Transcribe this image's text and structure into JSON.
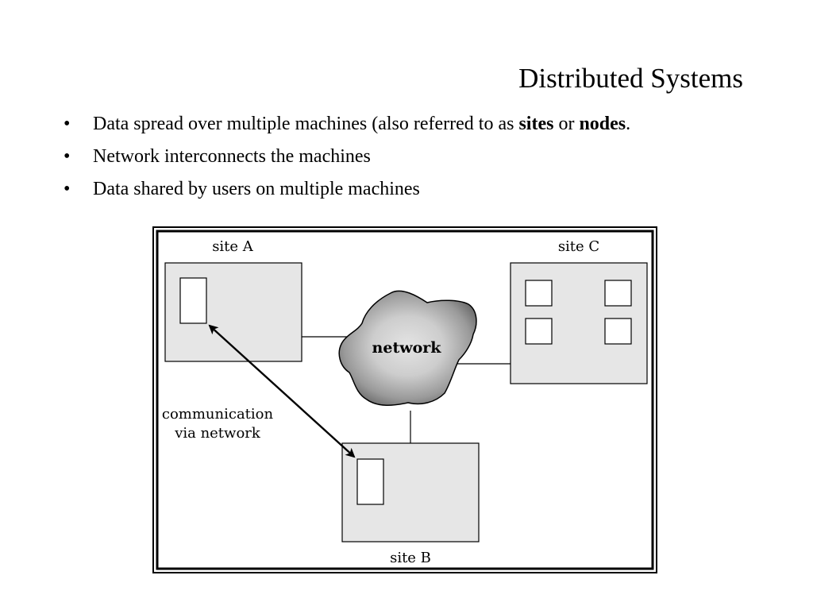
{
  "slide": {
    "title": "Distributed Systems",
    "bullets": [
      {
        "text_before": "Data spread over multiple machines (also referred to as ",
        "bold1": "sites",
        "text_middle": " or ",
        "bold2": "nodes",
        "text_after": "."
      },
      {
        "text": "Network interconnects the machines"
      },
      {
        "text": "Data shared by users on multiple machines"
      }
    ]
  },
  "diagram": {
    "site_a_label": "site A",
    "site_b_label": "site B",
    "site_c_label": "site C",
    "network_label": "network",
    "communication_line1": "communication",
    "communication_line2": "via network"
  },
  "colors": {
    "site_fill": "#e6e6e6",
    "cloud_dark": "#6e6e6e",
    "cloud_light": "#e2e2e2"
  }
}
